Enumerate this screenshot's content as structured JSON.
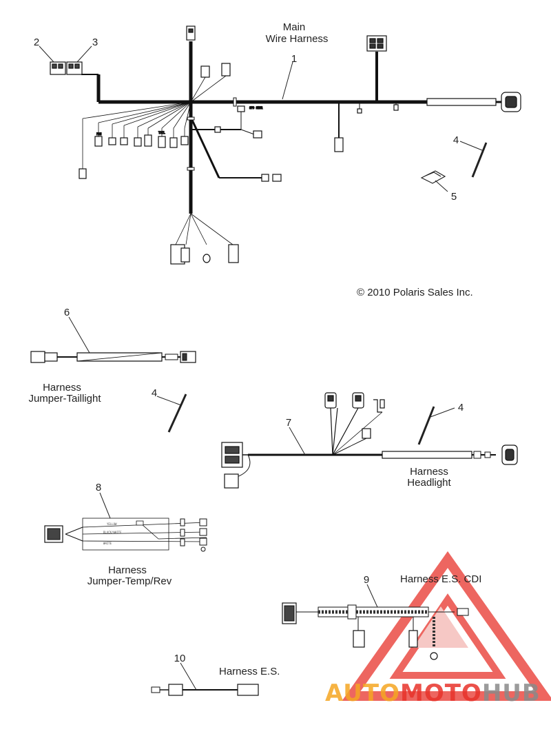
{
  "labels": {
    "main_harness_line1": "Main",
    "main_harness_line2": "Wire Harness",
    "copyright": "© 2010 Polaris Sales Inc.",
    "taillight_line1": "Harness",
    "taillight_line2": "Jumper-Taillight",
    "headlight_line1": "Harness",
    "headlight_line2": "Headlight",
    "temprev_line1": "Harness",
    "temprev_line2": "Jumper-Temp/Rev",
    "escdi": "Harness E.S. CDI",
    "es": "Harness E.S."
  },
  "callouts": {
    "c1": "1",
    "c2": "2",
    "c3": "3",
    "c4a": "4",
    "c5": "5",
    "c6": "6",
    "c4b": "4",
    "c7": "7",
    "c4c": "4",
    "c8": "8",
    "c9": "9",
    "c10": "10"
  },
  "watermark": {
    "part1": "AUTO",
    "part2": "MOTO",
    "part3": "HUB",
    "color_orange": "#f5a623",
    "color_red": "#e8332b",
    "color_gray": "#8a8a8a"
  }
}
